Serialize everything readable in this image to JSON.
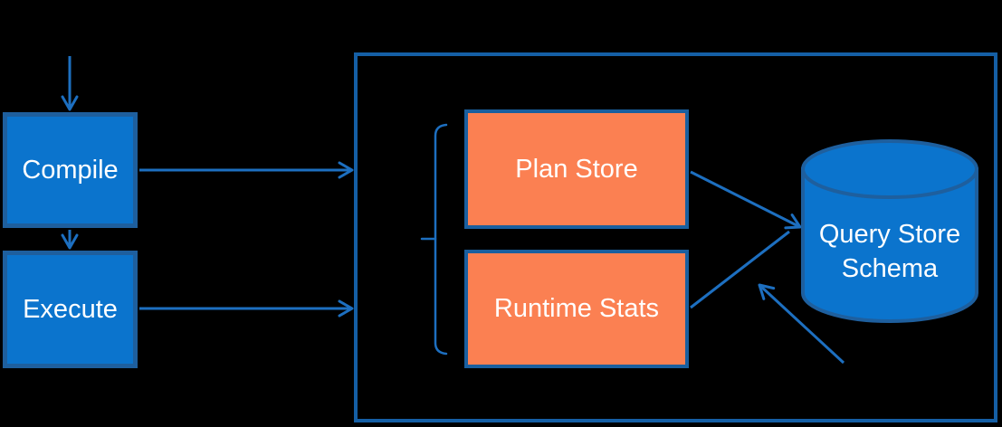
{
  "colors": {
    "background": "#000000",
    "blue_fill": "#0b74cd",
    "blue_border": "#1e5f9e",
    "container_border": "#155fa5",
    "orange_fill": "#fb8052",
    "arrow_blue": "#1d6fc0",
    "text": "#ffffff"
  },
  "nodes": {
    "compile": {
      "label": "Compile"
    },
    "execute": {
      "label": "Execute"
    },
    "plan_store": {
      "label": "Plan Store"
    },
    "runtime_stats": {
      "label": "Runtime Stats"
    },
    "query_store_schema": {
      "label_line1": "Query Store",
      "label_line2": "Schema",
      "icon": "database-cylinder"
    }
  },
  "edges": [
    {
      "from": "external-input-top",
      "to": "compile"
    },
    {
      "from": "compile",
      "to": "execute"
    },
    {
      "from": "compile",
      "to": "query-store-container"
    },
    {
      "from": "execute",
      "to": "query-store-container"
    },
    {
      "from": "plan-store",
      "to": "query-store-schema"
    },
    {
      "from": "runtime-stats",
      "to": "query-store-schema"
    },
    {
      "from": "external-input-bottom",
      "to": "query-store-schema"
    }
  ]
}
